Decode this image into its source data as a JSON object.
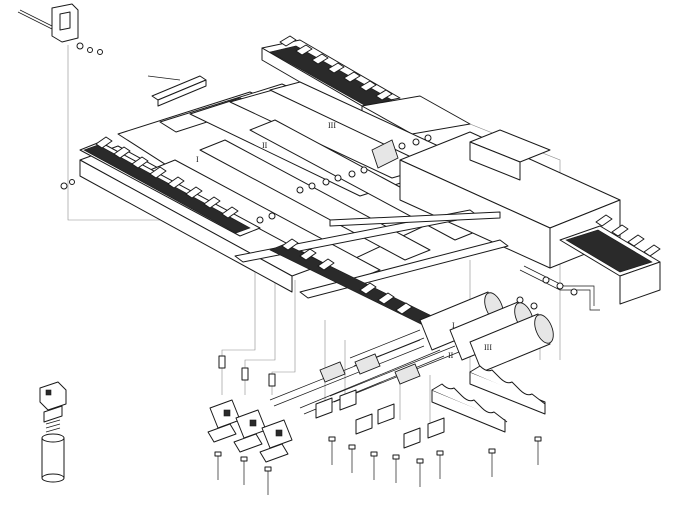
{
  "labels": {
    "zone_I": "I",
    "zone_II": "II",
    "zone_III": "III",
    "tank_I": "I",
    "tank_II": "II",
    "tank_III": "III"
  },
  "colors": {
    "ink": "#1a1a1a",
    "paper": "#ffffff",
    "leader": "#8a8a8a"
  }
}
